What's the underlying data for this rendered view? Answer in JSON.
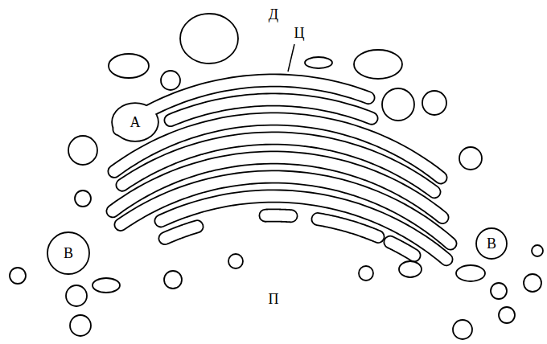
{
  "diagram": {
    "nodes": [
      {
        "text": [
          "А"
        ]
      },
      {
        "text": [
          "В"
        ]
      },
      {
        "text": [
          "В"
        ]
      }
    ],
    "labels": [
      "Д",
      "Ц",
      "П"
    ]
  }
}
